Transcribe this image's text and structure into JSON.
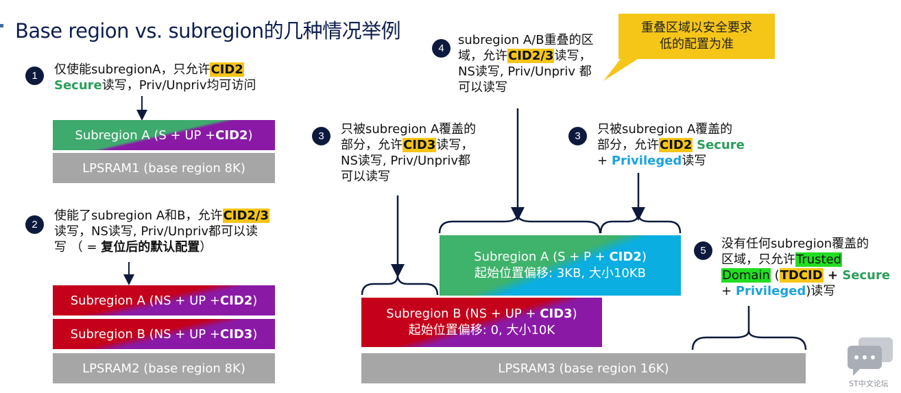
{
  "title": "Base region vs. subregion的几种情况举例",
  "left": {
    "case1": {
      "num": "1",
      "line1_pre": "仅使能subregionA，只允许",
      "line1_hl": "CID2",
      "line2_green": "Secure",
      "line2_post": "读写，Priv/Unpriv均可访问",
      "subA_pre": "Subregion A  (S + UP + ",
      "subA_bold": "CID2",
      "subA_post": ")",
      "base": "LPSRAM1 (base region 8K)"
    },
    "case2": {
      "num": "2",
      "line1_pre": "使能了subregion A和B，允许",
      "line1_hl": "CID2/3",
      "line2": "读写，NS读写, Priv/Unpriv都可以读",
      "line3_pre": "写  （ = ",
      "line3_bold": "复位后的默认配置",
      "line3_post": "）",
      "subA_pre": "Subregion A  (NS + UP + ",
      "subA_bold": "CID2",
      "subA_post": ")",
      "subB_pre": "Subregion B  (NS + UP + ",
      "subB_bold": "CID3",
      "subB_post": ")",
      "base": "LPSRAM2 (base region 8K)"
    }
  },
  "right": {
    "note3a": {
      "num": "3",
      "line1": "只被subregion A覆盖的",
      "line2_pre": "部分，允许",
      "line2_hl": "CID3",
      "line2_post": "读写，",
      "line3": "NS读写, Priv/Unpriv都",
      "line4": "可以读写"
    },
    "note4": {
      "num": "4",
      "line1": "subregion A/B重叠的区",
      "line2_pre": "域，允许",
      "line2_hl": "CID2/3",
      "line2_post": "读写，",
      "line3": "NS读写, Priv/Unpriv 都",
      "line4": "可以读写"
    },
    "callout": {
      "line1": "重叠区域以安全要求",
      "line2": "低的配置为准"
    },
    "note3b": {
      "num": "3",
      "line1": "只被subregion A覆盖的",
      "line2_pre": "部分，允许",
      "line2_hl": "CID2",
      "line2_green": "Secure",
      "line3_plus": "+ ",
      "line3_blue": "Privileged",
      "line3_post": "读写"
    },
    "note5": {
      "num": "5",
      "line1": "没有任何subregion覆盖的",
      "line2_pre": "区域，只允许",
      "line2_hl": "Trusted",
      "line3_hl": "Domain",
      "line3_mid1": " (",
      "line3_bold": "TDCID",
      "line3_mid2": " + ",
      "line3_green": "Secure",
      "line4_plus": "+ ",
      "line4_blue": "Privileged",
      "line4_post": ")读写"
    },
    "subA": {
      "line1_pre": "Subregion A  (S + P + ",
      "line1_bold": "CID2",
      "line1_post": ")",
      "line2": "起始位置偏移: 3KB, 大小10KB"
    },
    "subB": {
      "line1_pre": "Subregion B  (NS + UP + ",
      "line1_bold": "CID3",
      "line1_post": ")",
      "line2": "起始位置偏移: 0, 大小10K"
    },
    "base": "LPSRAM3 (base region 16K)"
  },
  "watermark": "ST中文论坛",
  "colors": {
    "yellow": "#f5c518",
    "green_text": "#2a9e5a",
    "blue_text": "#1aa3dd",
    "red": "#c4001a",
    "purple": "#8a1aa6",
    "gray": "#a6a6a6",
    "navy": "#0d1a3d"
  }
}
